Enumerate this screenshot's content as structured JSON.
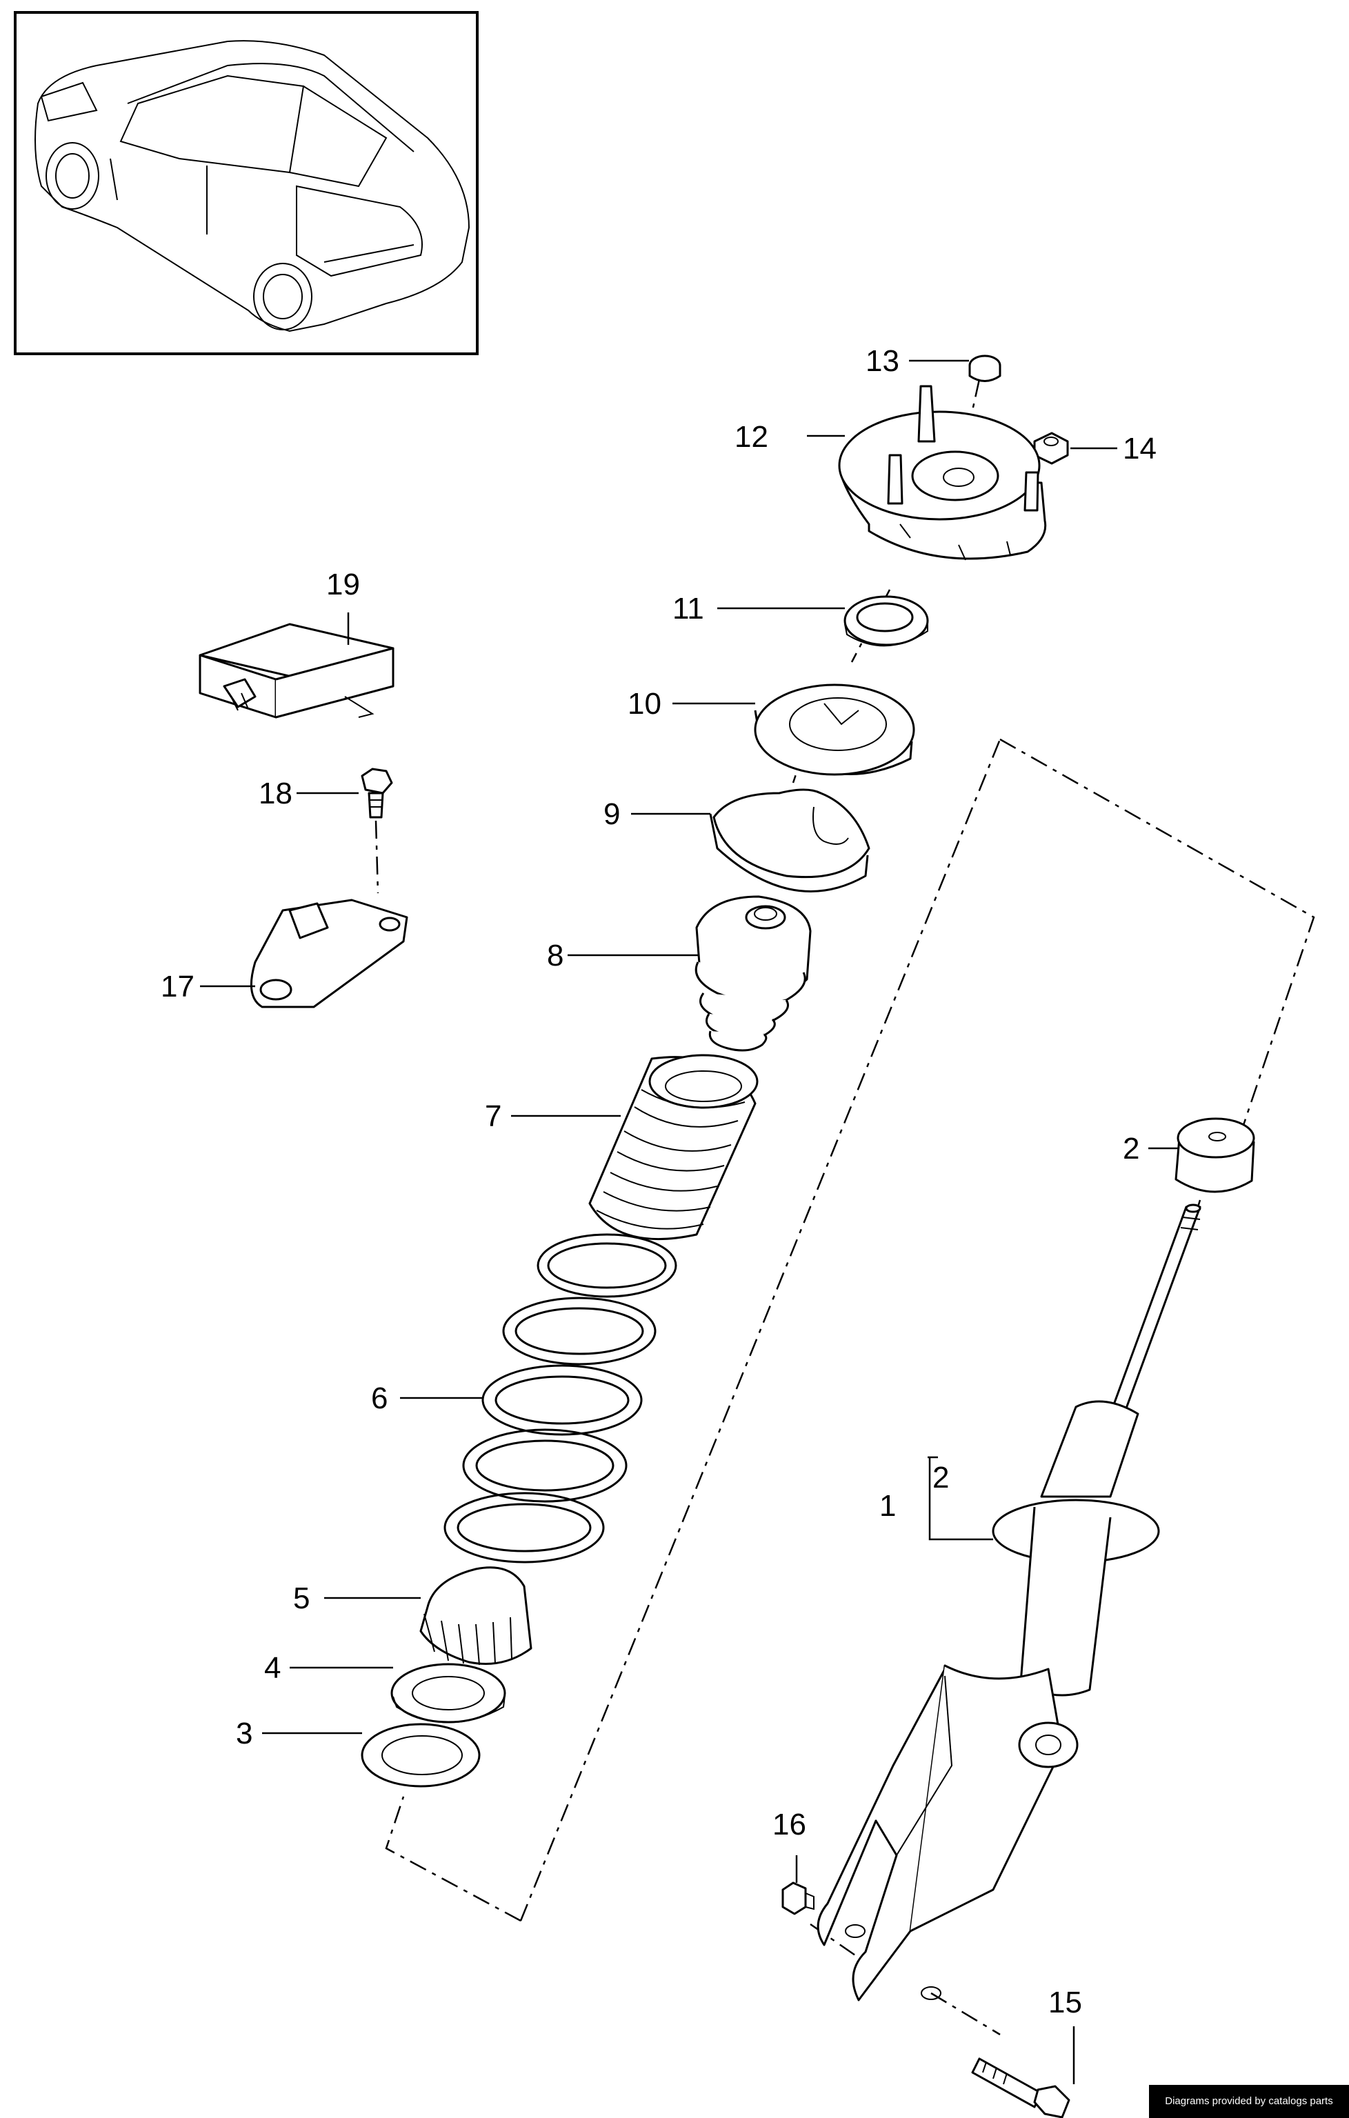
{
  "callouts": {
    "p1": "1",
    "p2_sub": "2",
    "p2": "2",
    "p3": "3",
    "p4": "4",
    "p5": "5",
    "p6": "6",
    "p7": "7",
    "p8": "8",
    "p9": "9",
    "p10": "10",
    "p11": "11",
    "p12": "12",
    "p13": "13",
    "p14": "14",
    "p15": "15",
    "p16": "16",
    "p17": "17",
    "p18": "18",
    "p19": "19"
  },
  "credit": "Diagrams provided by catalogs parts"
}
